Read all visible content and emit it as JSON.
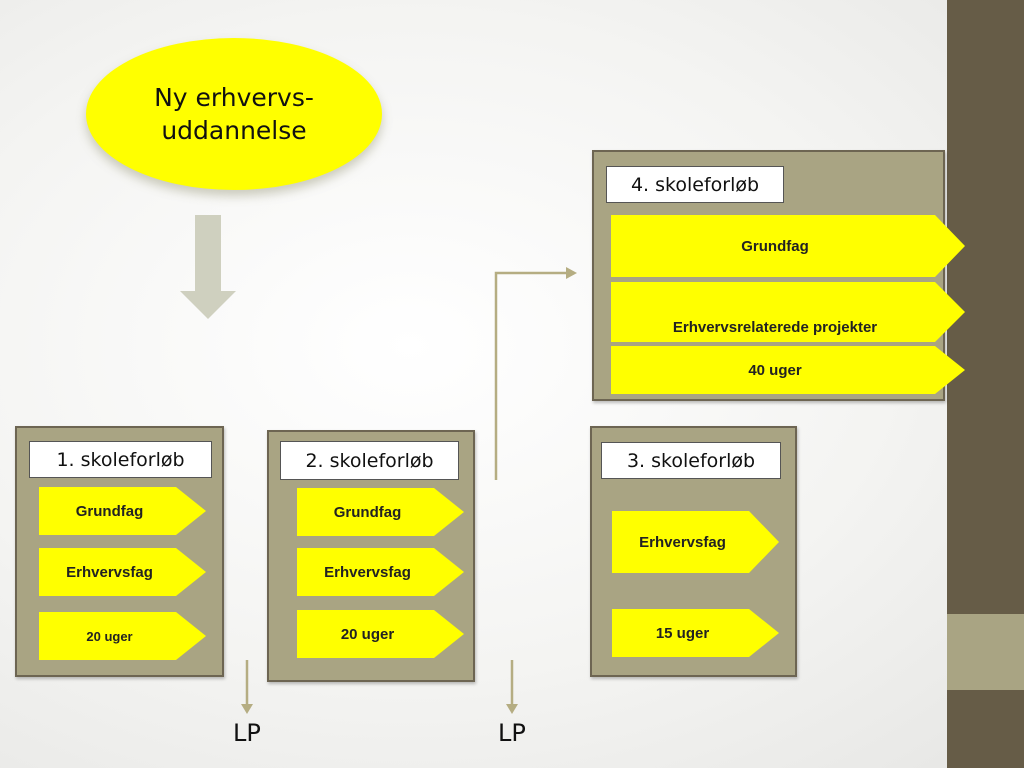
{
  "start": {
    "line1": "Ny erhvervs-",
    "line2": "uddannelse"
  },
  "panels": [
    {
      "title": "1. skoleforløb",
      "items": [
        "Grundfag",
        "Erhvervsfag",
        "20 uger"
      ]
    },
    {
      "title": "2. skoleforløb",
      "items": [
        "Grundfag",
        "Erhvervsfag",
        "20 uger"
      ]
    },
    {
      "title": "3. skoleforløb",
      "items": [
        "Erhvervsfag",
        "15 uger"
      ]
    },
    {
      "title": "4. skoleforløb",
      "items": [
        "Grundfag",
        "Erhvervsrelaterede projekter",
        "40 uger"
      ]
    }
  ],
  "outcomes": [
    "LP",
    "LP"
  ],
  "colors": {
    "accent": "#ffff00",
    "panel": "#a9a483",
    "strip": "#665c47",
    "connector": "#b5ad82"
  }
}
